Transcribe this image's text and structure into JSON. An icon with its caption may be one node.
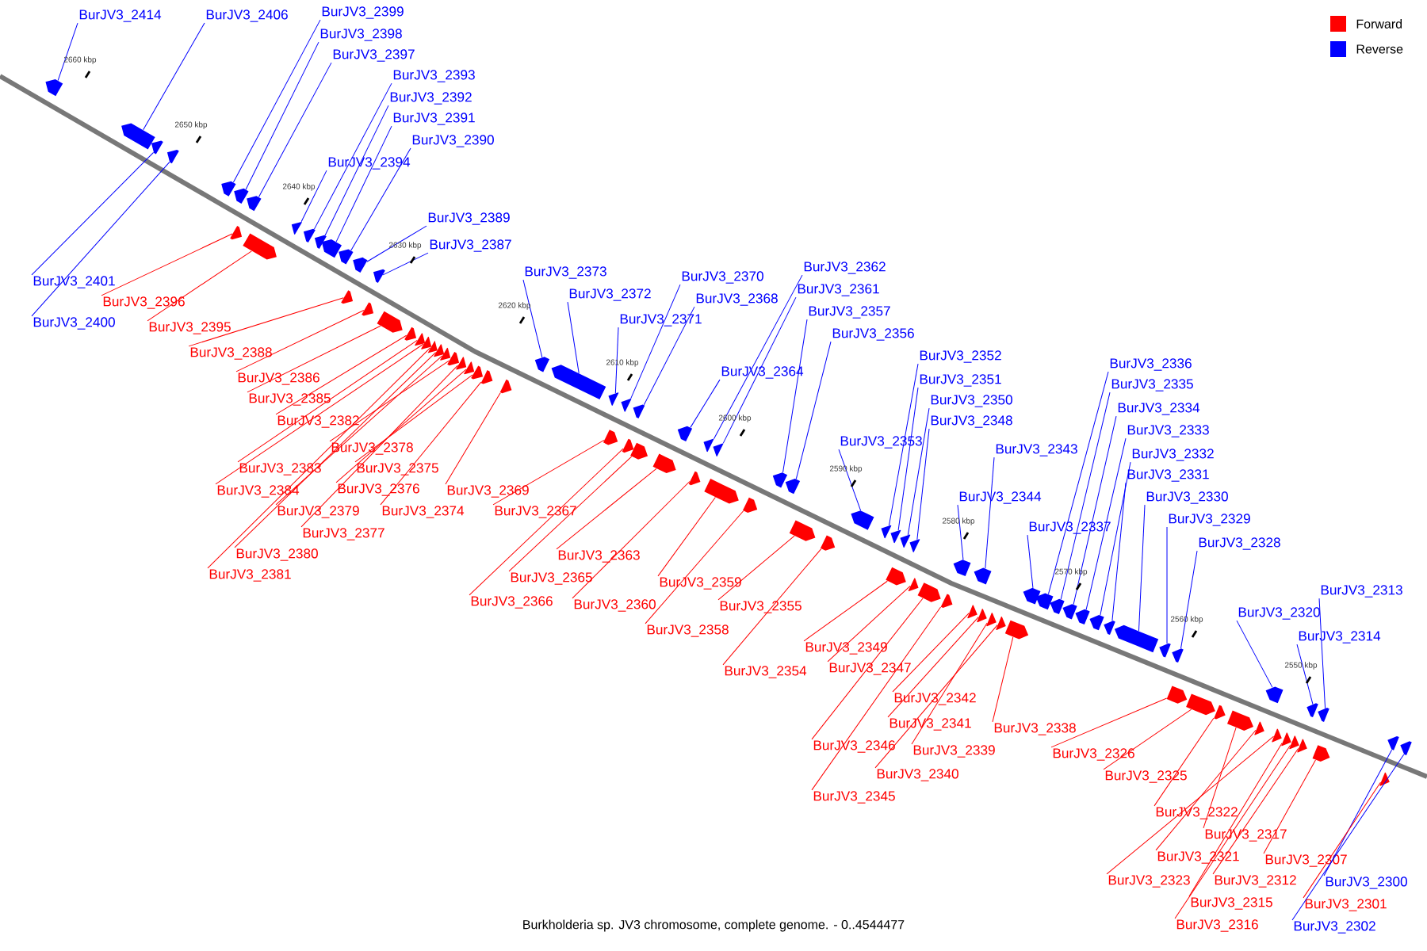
{
  "diagram": {
    "caption": "Burkholderia sp. JV3 chromosome, complete genome. - 0..4544477",
    "nodes": [
      {
        "text": [
          "BurJV3_2414"
        ]
      },
      {
        "text": [
          "BurJV3_2406"
        ]
      },
      {
        "text": [
          "BurJV3_2399"
        ]
      },
      {
        "text": [
          "BurJV3_2398"
        ]
      },
      {
        "text": [
          "BurJV3_2397"
        ]
      },
      {
        "text": [
          "BurJV3_2393"
        ]
      },
      {
        "text": [
          "BurJV3_2392"
        ]
      },
      {
        "text": [
          "BurJV3_2391"
        ]
      },
      {
        "text": [
          "BurJV3_2390"
        ]
      },
      {
        "text": [
          "BurJV3_2394"
        ]
      },
      {
        "text": [
          "BurJV3_2389"
        ]
      },
      {
        "text": [
          "BurJV3_2387"
        ]
      },
      {
        "text": [
          "BurJV3_2401"
        ]
      },
      {
        "text": [
          "BurJV3_2400"
        ]
      },
      {
        "text": [
          "BurJV3_2373"
        ]
      },
      {
        "text": [
          "BurJV3_2372"
        ]
      },
      {
        "text": [
          "BurJV3_2371"
        ]
      },
      {
        "text": [
          "BurJV3_2370"
        ]
      },
      {
        "text": [
          "BurJV3_2368"
        ]
      },
      {
        "text": [
          "BurJV3_2362"
        ]
      },
      {
        "text": [
          "BurJV3_2361"
        ]
      },
      {
        "text": [
          "BurJV3_2357"
        ]
      },
      {
        "text": [
          "BurJV3_2356"
        ]
      },
      {
        "text": [
          "BurJV3_2364"
        ]
      },
      {
        "text": [
          "BurJV3_2353"
        ]
      },
      {
        "text": [
          "BurJV3_2352"
        ]
      },
      {
        "text": [
          "BurJV3_2351"
        ]
      },
      {
        "text": [
          "BurJV3_2350"
        ]
      },
      {
        "text": [
          "BurJV3_2348"
        ]
      },
      {
        "text": [
          "BurJV3_2343"
        ]
      },
      {
        "text": [
          "BurJV3_2344"
        ]
      },
      {
        "text": [
          "BurJV3_2336"
        ]
      },
      {
        "text": [
          "BurJV3_2335"
        ]
      },
      {
        "text": [
          "BurJV3_2334"
        ]
      },
      {
        "text": [
          "BurJV3_2333"
        ]
      },
      {
        "text": [
          "BurJV3_2332"
        ]
      },
      {
        "text": [
          "BurJV3_2331"
        ]
      },
      {
        "text": [
          "BurJV3_2330"
        ]
      },
      {
        "text": [
          "BurJV3_2329"
        ]
      },
      {
        "text": [
          "BurJV3_2328"
        ]
      },
      {
        "text": [
          "BurJV3_2337"
        ]
      },
      {
        "text": [
          "BurJV3_2320"
        ]
      },
      {
        "text": [
          "BurJV3_2313"
        ]
      },
      {
        "text": [
          "BurJV3_2314"
        ]
      },
      {
        "text": [
          "BurJV3_2300"
        ]
      },
      {
        "text": [
          "BurJV3_2302"
        ]
      },
      {
        "text": [
          "BurJV3_2396"
        ]
      },
      {
        "text": [
          "BurJV3_2395"
        ]
      },
      {
        "text": [
          "BurJV3_2388"
        ]
      },
      {
        "text": [
          "BurJV3_2386"
        ]
      },
      {
        "text": [
          "BurJV3_2385"
        ]
      },
      {
        "text": [
          "BurJV3_2382"
        ]
      },
      {
        "text": [
          "BurJV3_2378"
        ]
      },
      {
        "text": [
          "BurJV3_2383"
        ]
      },
      {
        "text": [
          "BurJV3_2375"
        ]
      },
      {
        "text": [
          "BurJV3_2384"
        ]
      },
      {
        "text": [
          "BurJV3_2376"
        ]
      },
      {
        "text": [
          "BurJV3_2379"
        ]
      },
      {
        "text": [
          "BurJV3_2374"
        ]
      },
      {
        "text": [
          "BurJV3_2377"
        ]
      },
      {
        "text": [
          "BurJV3_2380"
        ]
      },
      {
        "text": [
          "BurJV3_2381"
        ]
      },
      {
        "text": [
          "BurJV3_2369"
        ]
      },
      {
        "text": [
          "BurJV3_2367"
        ]
      },
      {
        "text": [
          "BurJV3_2363"
        ]
      },
      {
        "text": [
          "BurJV3_2365"
        ]
      },
      {
        "text": [
          "BurJV3_2366"
        ]
      },
      {
        "text": [
          "BurJV3_2360"
        ]
      },
      {
        "text": [
          "BurJV3_2359"
        ]
      },
      {
        "text": [
          "BurJV3_2358"
        ]
      },
      {
        "text": [
          "BurJV3_2355"
        ]
      },
      {
        "text": [
          "BurJV3_2354"
        ]
      },
      {
        "text": [
          "BurJV3_2349"
        ]
      },
      {
        "text": [
          "BurJV3_2347"
        ]
      },
      {
        "text": [
          "BurJV3_2346"
        ]
      },
      {
        "text": [
          "BurJV3_2345"
        ]
      },
      {
        "text": [
          "BurJV3_2342"
        ]
      },
      {
        "text": [
          "BurJV3_2341"
        ]
      },
      {
        "text": [
          "BurJV3_2339"
        ]
      },
      {
        "text": [
          "BurJV3_2340"
        ]
      },
      {
        "text": [
          "BurJV3_2338"
        ]
      },
      {
        "text": [
          "BurJV3_2326"
        ]
      },
      {
        "text": [
          "BurJV3_2325"
        ]
      },
      {
        "text": [
          "BurJV3_2322"
        ]
      },
      {
        "text": [
          "BurJV3_2317"
        ]
      },
      {
        "text": [
          "BurJV3_2321"
        ]
      },
      {
        "text": [
          "BurJV3_2307"
        ]
      },
      {
        "text": [
          "BurJV3_2323"
        ]
      },
      {
        "text": [
          "BurJV3_2312"
        ]
      },
      {
        "text": [
          "BurJV3_2315"
        ]
      },
      {
        "text": [
          "BurJV3_2316"
        ]
      },
      {
        "text": [
          "BurJV3_2301"
        ]
      },
      {
        "text": [],
        "shape": "arrow"
      },
      {
        "text": [],
        "shape": "arrow"
      },
      {
        "text": [],
        "shape": "arrow"
      },
      {
        "text": [],
        "shape": "arrow"
      },
      {
        "text": [],
        "shape": "arrow"
      },
      {
        "text": [],
        "shape": "arrow"
      },
      {
        "text": [],
        "shape": "arrow"
      },
      {
        "text": [],
        "shape": "arrow"
      },
      {
        "text": [],
        "shape": "arrow"
      },
      {
        "text": [],
        "shape": "arrow"
      },
      {
        "text": [],
        "shape": "arrow"
      },
      {
        "text": [],
        "shape": "arrow"
      },
      {
        "text": [],
        "shape": "arrow"
      },
      {
        "text": [],
        "shape": "arrow"
      },
      {
        "text": [],
        "shape": "arrow"
      },
      {
        "text": [],
        "shape": "arrow"
      },
      {
        "text": [],
        "shape": "arrow"
      },
      {
        "text": [],
        "shape": "arrow"
      },
      {
        "text": [],
        "shape": "arrow"
      },
      {
        "text": [],
        "shape": "arrow"
      },
      {
        "text": [],
        "shape": "arrow"
      },
      {
        "text": [],
        "shape": "arrow"
      },
      {
        "text": [],
        "shape": "arrow"
      },
      {
        "text": [],
        "shape": "arrow"
      },
      {
        "text": [],
        "shape": "arrow"
      },
      {
        "text": [],
        "shape": "arrow"
      },
      {
        "text": [],
        "shape": "arrow"
      },
      {
        "text": [],
        "shape": "arrow"
      },
      {
        "text": [],
        "shape": "arrow"
      },
      {
        "text": [],
        "shape": "arrow"
      },
      {
        "text": [],
        "shape": "arrow"
      },
      {
        "text": [],
        "shape": "arrow"
      },
      {
        "text": [],
        "shape": "arrow"
      },
      {
        "text": [],
        "shape": "arrow"
      },
      {
        "text": [],
        "shape": "arrow"
      },
      {
        "text": [],
        "shape": "arrow"
      },
      {
        "text": [],
        "shape": "arrow"
      },
      {
        "text": [],
        "shape": "arrow"
      },
      {
        "text": [],
        "shape": "arrow"
      },
      {
        "text": [],
        "shape": "arrow"
      },
      {
        "text": [],
        "shape": "arrow"
      },
      {
        "text": [],
        "shape": "arrow"
      },
      {
        "text": [],
        "shape": "arrow"
      },
      {
        "text": [],
        "shape": "arrow"
      },
      {
        "text": [],
        "shape": "arrow"
      },
      {
        "text": [],
        "shape": "arrow"
      },
      {
        "text": [],
        "shape": "arrow"
      },
      {
        "text": [],
        "shape": "arrow"
      },
      {
        "text": [],
        "shape": "arrow"
      },
      {
        "text": [],
        "shape": "arrow"
      },
      {
        "text": [],
        "shape": "arrow"
      },
      {
        "text": [],
        "shape": "arrow"
      },
      {
        "text": [],
        "shape": "arrow"
      },
      {
        "text": [],
        "shape": "arrow"
      },
      {
        "text": [],
        "shape": "arrow"
      },
      {
        "text": [],
        "shape": "arrow"
      },
      {
        "text": [],
        "shape": "arrow"
      },
      {
        "text": [],
        "shape": "arrow"
      },
      {
        "text": [],
        "shape": "arrow"
      },
      {
        "text": [],
        "shape": "arrow"
      },
      {
        "text": [],
        "shape": "arrow"
      },
      {
        "text": [],
        "shape": "arrow"
      },
      {
        "text": [],
        "shape": "arrow"
      },
      {
        "text": [],
        "shape": "arrow"
      },
      {
        "text": [],
        "shape": "arrow"
      },
      {
        "text": [],
        "shape": "arrow"
      },
      {
        "text": [],
        "shape": "arrow"
      },
      {
        "text": [],
        "shape": "arrow"
      },
      {
        "text": [],
        "shape": "arrow"
      },
      {
        "text": [],
        "shape": "arrow"
      },
      {
        "text": [],
        "shape": "arrow"
      },
      {
        "text": [],
        "shape": "arrow"
      },
      {
        "text": [],
        "shape": "arrow"
      },
      {
        "text": [],
        "shape": "arrow"
      },
      {
        "text": [],
        "shape": "arrow"
      },
      {
        "text": [],
        "shape": "arrow"
      },
      {
        "text": [],
        "shape": "arrow"
      },
      {
        "text": [],
        "shape": "arrow"
      },
      {
        "text": [],
        "shape": "arrow"
      },
      {
        "text": [],
        "shape": "arrow"
      },
      {
        "text": [],
        "shape": "arrow"
      },
      {
        "text": [],
        "shape": "arrow"
      },
      {
        "text": [],
        "shape": "arrow"
      },
      {
        "text": [],
        "shape": "arrow"
      },
      {
        "text": [],
        "shape": "arrow"
      },
      {
        "text": [],
        "shape": "arrow"
      },
      {
        "text": [],
        "shape": "arrow"
      },
      {
        "text": [],
        "shape": "arrow"
      },
      {
        "text": [],
        "shape": "arrow"
      },
      {
        "text": [],
        "shape": "arrow"
      },
      {
        "text": [],
        "shape": "arrow"
      },
      {
        "text": [],
        "shape": "arrow"
      }
    ],
    "edges": [
      {
        "from": 0,
        "to": 92,
        "arrow": "none"
      },
      {
        "from": 1,
        "to": 93,
        "arrow": "none"
      },
      {
        "from": 2,
        "to": 94,
        "arrow": "none"
      },
      {
        "from": 3,
        "to": 95,
        "arrow": "none"
      },
      {
        "from": 4,
        "to": 96,
        "arrow": "none"
      },
      {
        "from": 5,
        "to": 97,
        "arrow": "none"
      },
      {
        "from": 6,
        "to": 98,
        "arrow": "none"
      },
      {
        "from": 7,
        "to": 99,
        "arrow": "none"
      },
      {
        "from": 8,
        "to": 100,
        "arrow": "none"
      },
      {
        "from": 9,
        "to": 101,
        "arrow": "none"
      },
      {
        "from": 10,
        "to": 102,
        "arrow": "none"
      },
      {
        "from": 11,
        "to": 103,
        "arrow": "none"
      },
      {
        "from": 12,
        "to": 104,
        "arrow": "none"
      },
      {
        "from": 13,
        "to": 105,
        "arrow": "none"
      },
      {
        "from": 14,
        "to": 106,
        "arrow": "none"
      },
      {
        "from": 15,
        "to": 107,
        "arrow": "none"
      },
      {
        "from": 16,
        "to": 108,
        "arrow": "none"
      },
      {
        "from": 17,
        "to": 109,
        "arrow": "none"
      },
      {
        "from": 18,
        "to": 110,
        "arrow": "none"
      },
      {
        "from": 19,
        "to": 111,
        "arrow": "none"
      },
      {
        "from": 20,
        "to": 112,
        "arrow": "none"
      },
      {
        "from": 21,
        "to": 113,
        "arrow": "none"
      },
      {
        "from": 22,
        "to": 114,
        "arrow": "none"
      },
      {
        "from": 23,
        "to": 115,
        "arrow": "none"
      },
      {
        "from": 24,
        "to": 116,
        "arrow": "none"
      },
      {
        "from": 25,
        "to": 117,
        "arrow": "none"
      },
      {
        "from": 26,
        "to": 118,
        "arrow": "none"
      },
      {
        "from": 27,
        "to": 119,
        "arrow": "none"
      },
      {
        "from": 28,
        "to": 120,
        "arrow": "none"
      },
      {
        "from": 29,
        "to": 121,
        "arrow": "none"
      },
      {
        "from": 30,
        "to": 122,
        "arrow": "none"
      },
      {
        "from": 31,
        "to": 123,
        "arrow": "none"
      },
      {
        "from": 32,
        "to": 124,
        "arrow": "none"
      },
      {
        "from": 33,
        "to": 125,
        "arrow": "none"
      },
      {
        "from": 34,
        "to": 126,
        "arrow": "none"
      },
      {
        "from": 35,
        "to": 127,
        "arrow": "none"
      },
      {
        "from": 36,
        "to": 128,
        "arrow": "none"
      },
      {
        "from": 37,
        "to": 129,
        "arrow": "none"
      },
      {
        "from": 38,
        "to": 130,
        "arrow": "none"
      },
      {
        "from": 39,
        "to": 131,
        "arrow": "none"
      },
      {
        "from": 40,
        "to": 132,
        "arrow": "none"
      },
      {
        "from": 41,
        "to": 133,
        "arrow": "none"
      },
      {
        "from": 42,
        "to": 134,
        "arrow": "none"
      },
      {
        "from": 43,
        "to": 135,
        "arrow": "none"
      },
      {
        "from": 44,
        "to": 136,
        "arrow": "none"
      },
      {
        "from": 45,
        "to": 137,
        "arrow": "none"
      },
      {
        "from": 46,
        "to": 138,
        "arrow": "none",
        "color": "#ff0000"
      },
      {
        "from": 47,
        "to": 139,
        "arrow": "none",
        "color": "#ff0000"
      },
      {
        "from": 48,
        "to": 140,
        "arrow": "none",
        "color": "#ff0000"
      },
      {
        "from": 49,
        "to": 141,
        "arrow": "none",
        "color": "#ff0000"
      },
      {
        "from": 50,
        "to": 142,
        "arrow": "none",
        "color": "#ff0000"
      },
      {
        "from": 51,
        "to": 143,
        "arrow": "none",
        "color": "#ff0000"
      },
      {
        "from": 52,
        "to": 144,
        "arrow": "none",
        "color": "#ff0000"
      },
      {
        "from": 53,
        "to": 145,
        "arrow": "none",
        "color": "#ff0000"
      },
      {
        "from": 54,
        "to": 146,
        "arrow": "none",
        "color": "#ff0000"
      },
      {
        "from": 55,
        "to": 147,
        "arrow": "none",
        "color": "#ff0000"
      },
      {
        "from": 56,
        "to": 148,
        "arrow": "none",
        "color": "#ff0000"
      },
      {
        "from": 57,
        "to": 149,
        "arrow": "none",
        "color": "#ff0000"
      },
      {
        "from": 58,
        "to": 150,
        "arrow": "none",
        "color": "#ff0000"
      },
      {
        "from": 59,
        "to": 151,
        "arrow": "none",
        "color": "#ff0000"
      },
      {
        "from": 60,
        "to": 152,
        "arrow": "none",
        "color": "#ff0000"
      },
      {
        "from": 61,
        "to": 153,
        "arrow": "none",
        "color": "#ff0000"
      },
      {
        "from": 62,
        "to": 154,
        "arrow": "none",
        "color": "#ff0000"
      },
      {
        "from": 63,
        "to": 155,
        "arrow": "none",
        "color": "#ff0000"
      },
      {
        "from": 64,
        "to": 156,
        "arrow": "none",
        "color": "#ff0000"
      },
      {
        "from": 65,
        "to": 157,
        "arrow": "none",
        "color": "#ff0000"
      },
      {
        "from": 66,
        "to": 158,
        "arrow": "none",
        "color": "#ff0000"
      },
      {
        "from": 67,
        "to": 159,
        "arrow": "none",
        "color": "#ff0000"
      },
      {
        "from": 68,
        "to": 160,
        "arrow": "none",
        "color": "#ff0000"
      },
      {
        "from": 69,
        "to": 161,
        "arrow": "none",
        "color": "#ff0000"
      },
      {
        "from": 70,
        "to": 162,
        "arrow": "none",
        "color": "#ff0000"
      },
      {
        "from": 71,
        "to": 163,
        "arrow": "none",
        "color": "#ff0000"
      },
      {
        "from": 72,
        "to": 164,
        "arrow": "none",
        "color": "#ff0000"
      },
      {
        "from": 73,
        "to": 165,
        "arrow": "none",
        "color": "#ff0000"
      },
      {
        "from": 74,
        "to": 166,
        "arrow": "none",
        "color": "#ff0000"
      },
      {
        "from": 75,
        "to": 167,
        "arrow": "none",
        "color": "#ff0000"
      },
      {
        "from": 76,
        "to": 168,
        "arrow": "none",
        "color": "#ff0000"
      },
      {
        "from": 77,
        "to": 169,
        "arrow": "none",
        "color": "#ff0000"
      },
      {
        "from": 78,
        "to": 170,
        "arrow": "none",
        "color": "#ff0000"
      },
      {
        "from": 79,
        "to": 171,
        "arrow": "none",
        "color": "#ff0000"
      },
      {
        "from": 80,
        "to": 172,
        "arrow": "none",
        "color": "#ff0000"
      },
      {
        "from": 81,
        "to": 173,
        "arrow": "none",
        "color": "#ff0000"
      },
      {
        "from": 82,
        "to": 174,
        "arrow": "none",
        "color": "#ff0000"
      },
      {
        "from": 83,
        "to": 175,
        "arrow": "none",
        "color": "#ff0000"
      },
      {
        "from": 84,
        "to": 176,
        "arrow": "none",
        "color": "#ff0000"
      },
      {
        "from": 85,
        "to": 177,
        "arrow": "none",
        "color": "#ff0000"
      },
      {
        "from": 86,
        "to": 178,
        "arrow": "none",
        "color": "#ff0000"
      },
      {
        "from": 87,
        "to": 179,
        "arrow": "none",
        "color": "#ff0000"
      },
      {
        "from": 88,
        "to": 180,
        "arrow": "none",
        "color": "#ff0000"
      },
      {
        "from": 89,
        "to": 181,
        "arrow": "none",
        "color": "#ff0000"
      },
      {
        "from": 90,
        "to": 182,
        "arrow": "none",
        "color": "#ff0000"
      },
      {
        "from": 91,
        "to": 183,
        "arrow": "none",
        "color": "#ff0000"
      }
    ],
    "labels": [
      "2660 kbp",
      "2650 kbp",
      "2640 kbp",
      "2630 kbp",
      "2620 kbp",
      "2610 kbp",
      "2600 kbp",
      "2590 kbp",
      "2580 kbp",
      "2570 kbp",
      "2560 kbp",
      "2550 kbp"
    ],
    "legend": [
      {
        "text": "Forward",
        "color": "#ff0000"
      },
      {
        "text": "Reverse",
        "color": "#0000ff"
      }
    ]
  }
}
